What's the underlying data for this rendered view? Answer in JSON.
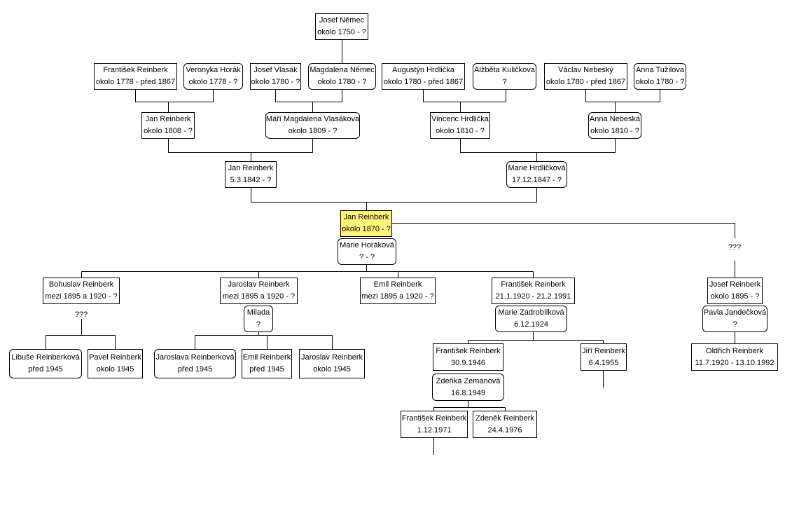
{
  "people": [
    {
      "id": "josef-nemec",
      "name": "Josef Němec",
      "dates": "okolo 1750 - ?",
      "sex": "male"
    },
    {
      "id": "frantisek-reinberk-1778",
      "name": "František Reinberk",
      "dates": "okolo 1778 - před 1867",
      "sex": "male"
    },
    {
      "id": "veronyka-horak",
      "name": "Veronyka Horák",
      "dates": "okolo 1778 - ?",
      "sex": "female"
    },
    {
      "id": "josef-vlasak",
      "name": "Josef Vlasák",
      "dates": "okolo 1780 - ?",
      "sex": "male"
    },
    {
      "id": "magdalena-nemec",
      "name": "Magdalena Němec",
      "dates": "okolo 1780 - ?",
      "sex": "female"
    },
    {
      "id": "augustyn-hrdlicka",
      "name": "Augustýn Hrdlička",
      "dates": "okolo 1780 - před 1867",
      "sex": "male"
    },
    {
      "id": "alzbeta-kulickova",
      "name": "Alžběta Kuličkova",
      "dates": "?",
      "sex": "female"
    },
    {
      "id": "vaclav-nebesky",
      "name": "Václav Nebeský",
      "dates": "okolo 1780 - před 1867",
      "sex": "male"
    },
    {
      "id": "anna-tuzilova",
      "name": "Anna Tužilova",
      "dates": "okolo 1780 - ?",
      "sex": "female"
    },
    {
      "id": "jan-reinberk-1808",
      "name": "Jan Reinberk",
      "dates": "okolo 1808 - ?",
      "sex": "male"
    },
    {
      "id": "mari-magdalena-vlasakova",
      "name": "Máří Magdalena Vlasákova",
      "dates": "okolo 1809 - ?",
      "sex": "female"
    },
    {
      "id": "vincenc-hrdlicka",
      "name": "Vincenc Hrdlička",
      "dates": "okolo 1810 - ?",
      "sex": "male"
    },
    {
      "id": "anna-nebeska",
      "name": "Anna Nebeská",
      "dates": "okolo 1810 - ?",
      "sex": "female"
    },
    {
      "id": "jan-reinberk-1842",
      "name": "Jan Reinberk",
      "dates": "5.3.1842 - ?",
      "sex": "male"
    },
    {
      "id": "marie-hrdlickova",
      "name": "Marie Hrdličková",
      "dates": "17.12.1847 - ?",
      "sex": "female"
    },
    {
      "id": "jan-reinberk-1870",
      "name": "Jan Reinberk",
      "dates": "okolo 1870 - ?",
      "sex": "male",
      "focus": true
    },
    {
      "id": "marie-horakova",
      "name": "Marie Horáková",
      "dates": "? - ?",
      "sex": "female"
    },
    {
      "id": "bohuslav-reinberk",
      "name": "Bohuslav Reinberk",
      "dates": "mezi 1895 a 1920 - ?",
      "sex": "male"
    },
    {
      "id": "jaroslav-reinberk-1895",
      "name": "Jaroslav Reinberk",
      "dates": "mezi 1895 a 1920 - ?",
      "sex": "male"
    },
    {
      "id": "milada",
      "name": "Milada",
      "dates": "?",
      "sex": "female"
    },
    {
      "id": "emil-reinberk-1895",
      "name": "Emil Reinberk",
      "dates": "mezi 1895 a 1920 - ?",
      "sex": "male"
    },
    {
      "id": "frantisek-reinberk-1920",
      "name": "František Reinberk",
      "dates": "21.1.1920 - 21.2.1991",
      "sex": "male"
    },
    {
      "id": "marie-zadrobilkova",
      "name": "Marie Zadrobílková",
      "dates": "6.12.1924",
      "sex": "female"
    },
    {
      "id": "josef-reinberk",
      "name": "Josef Reinberk",
      "dates": "okolo 1895 - ?",
      "sex": "male"
    },
    {
      "id": "pavla-jandeckova",
      "name": "Pavla Jandečková",
      "dates": "?",
      "sex": "female"
    },
    {
      "id": "libuse-reinberkova",
      "name": "Libuše Reinberková",
      "dates": "před 1945",
      "sex": "female"
    },
    {
      "id": "pavel-reinberk",
      "name": "Pavel Reinberk",
      "dates": "okolo 1945",
      "sex": "male"
    },
    {
      "id": "jaroslava-reinberkova",
      "name": "Jaroslava Reinberková",
      "dates": "před 1945",
      "sex": "female"
    },
    {
      "id": "emil-reinberk-1945",
      "name": "Emil Reinberk",
      "dates": "před 1945",
      "sex": "male"
    },
    {
      "id": "jaroslav-reinberk-1945",
      "name": "Jaroslav Reinberk",
      "dates": "okolo 1945",
      "sex": "male"
    },
    {
      "id": "frantisek-reinberk-1946",
      "name": "František Reinberk",
      "dates": "30.9.1946",
      "sex": "male"
    },
    {
      "id": "zdenka-zemanova",
      "name": "Zdeňka Zemanová",
      "dates": "16.8.1949",
      "sex": "female"
    },
    {
      "id": "jiri-reinberk",
      "name": "Jiří Reinberk",
      "dates": "6.4.1955",
      "sex": "male"
    },
    {
      "id": "oldrich-reinberk",
      "name": "Oldřich Reinberk",
      "dates": "11.7.1920 - 13.10.1992",
      "sex": "male"
    },
    {
      "id": "frantisek-reinberk-1971",
      "name": "František Reinberk",
      "dates": "1.12.1971",
      "sex": "male"
    },
    {
      "id": "zdenek-reinberk",
      "name": "Zdeněk Reinberk",
      "dates": "24.4.1976",
      "sex": "male"
    }
  ],
  "unknown_spouses": [
    {
      "id": "unknown-spouse-bohuslav",
      "label": "???"
    },
    {
      "id": "unknown-spouse-jan",
      "label": "???"
    }
  ]
}
